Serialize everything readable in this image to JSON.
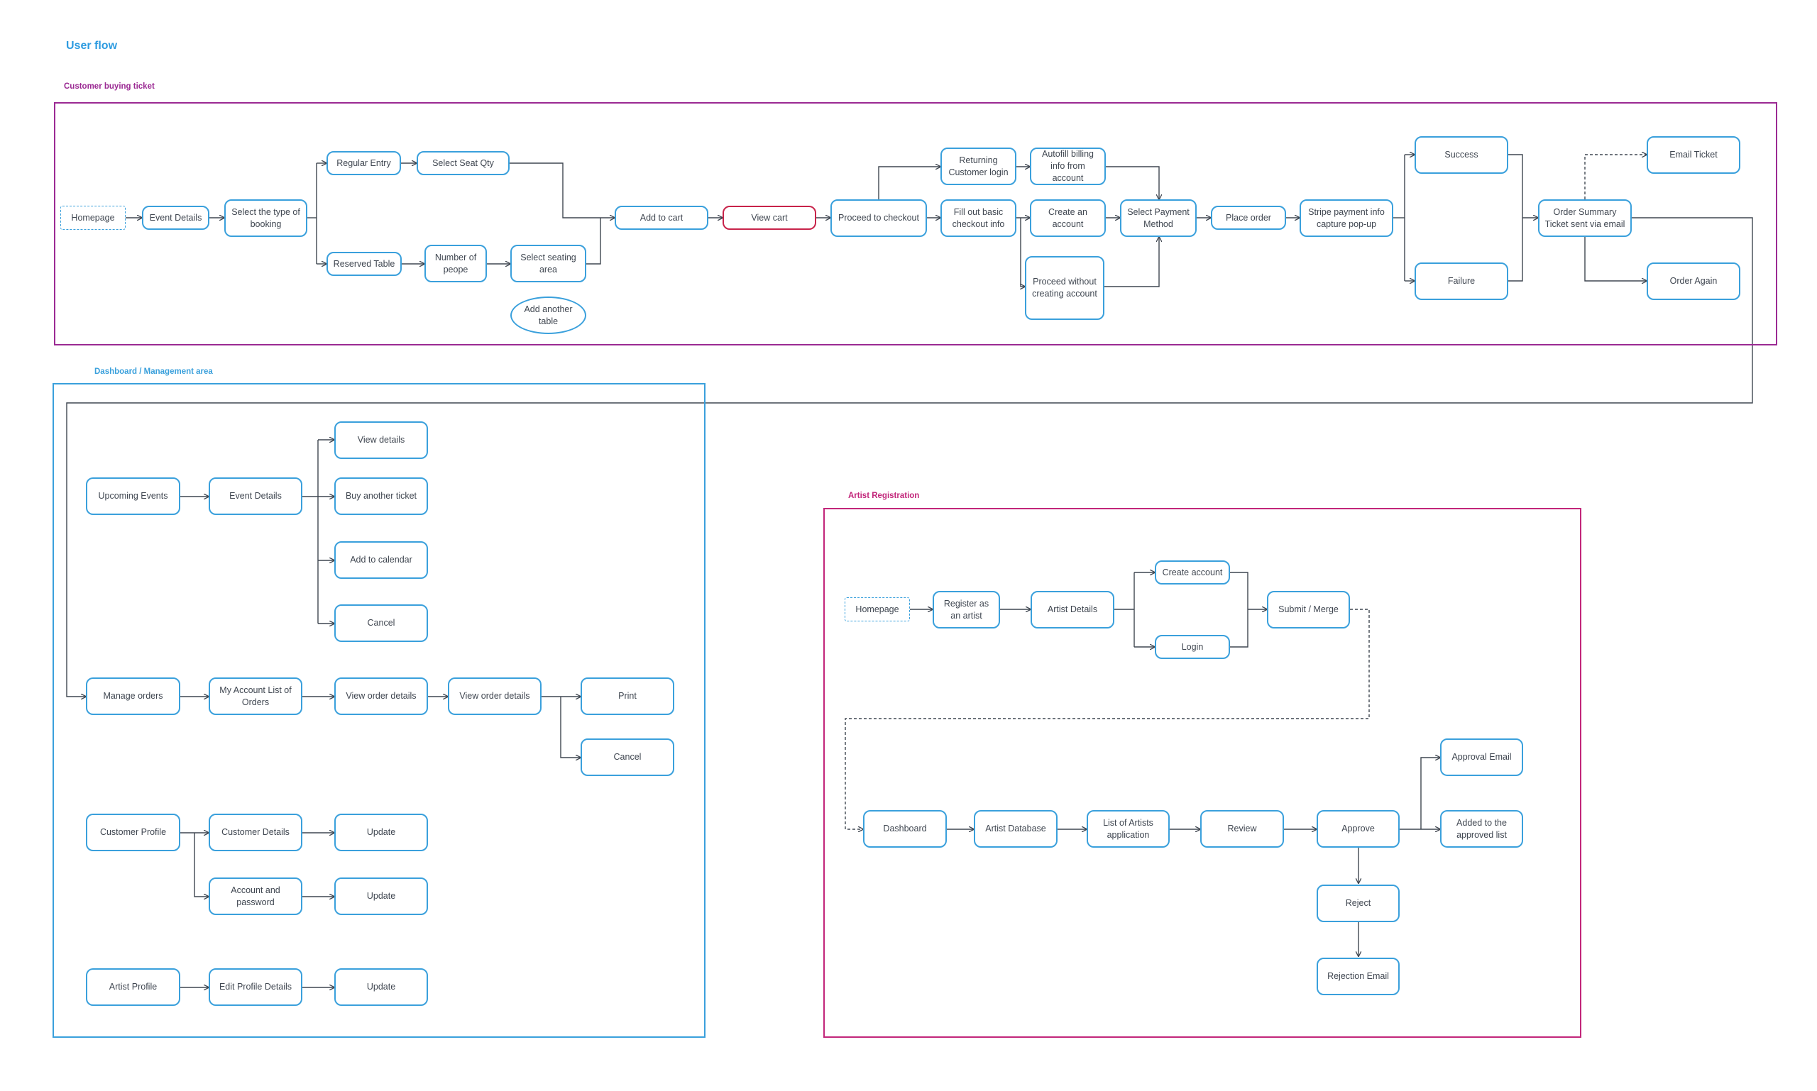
{
  "page_title": "User flow",
  "colors": {
    "title_blue": "#2d9be0",
    "customer_section": "#9b2a93",
    "dashboard_section": "#3aa0dc",
    "artist_section": "#c2267a",
    "node_border": "#3aa0dc",
    "highlight_border": "#c8234a",
    "connector": "#3f4650"
  },
  "sections": {
    "customer": {
      "title": "Customer buying ticket",
      "nodes": {
        "homepage": "Homepage",
        "event_details": "Event Details",
        "select_type": "Select the type of booking",
        "regular_entry": "Regular Entry",
        "select_seat_qty": "Select Seat Qty",
        "reserved_table": "Reserved Table",
        "number_of_people": "Number of peope",
        "select_seating_area": "Select seating area",
        "add_another_table": "Add another table",
        "add_to_cart": "Add to cart",
        "view_cart": "View cart",
        "proceed_checkout": "Proceed to checkout",
        "returning_login": "Returning Customer login",
        "autofill_billing": "Autofill billing info from account",
        "fill_basic": "Fill out basic checkout info",
        "create_account": "Create an account",
        "proceed_without": "Proceed without creating account",
        "select_payment": "Select Payment Method",
        "place_order": "Place order",
        "stripe_payment": "Stripe payment info capture pop-up",
        "success": "Success",
        "failure": "Failure",
        "order_summary": "Order Summary Ticket sent via email",
        "email_ticket": "Email Ticket",
        "order_again": "Order Again"
      }
    },
    "dashboard": {
      "title": "Dashboard / Management area",
      "nodes": {
        "upcoming_events": "Upcoming Events",
        "event_details": "Event Details",
        "view_details": "View details",
        "buy_another": "Buy another ticket",
        "add_calendar": "Add to calendar",
        "cancel_event": "Cancel",
        "manage_orders": "Manage orders",
        "my_account_orders": "My Account List of Orders",
        "view_order_details_1": "View order details",
        "view_order_details_2": "View order details",
        "print": "Print",
        "cancel_order": "Cancel",
        "customer_profile": "Customer Profile",
        "customer_details": "Customer Details",
        "update_1": "Update",
        "account_password": "Account and password",
        "update_2": "Update",
        "artist_profile": "Artist Profile",
        "edit_profile": "Edit Profile Details",
        "update_3": "Update"
      }
    },
    "artist": {
      "title": "Artist Registration",
      "nodes": {
        "homepage": "Homepage",
        "register_artist": "Register as an artist",
        "artist_details": "Artist Details",
        "create_account": "Create account",
        "login": "Login",
        "submit_merge": "Submit / Merge",
        "dashboard": "Dashboard",
        "artist_database": "Artist Database",
        "list_applications": "List of Artists application",
        "review": "Review",
        "approve": "Approve",
        "approval_email": "Approval Email",
        "added_approved": "Added to the approved list",
        "reject": "Reject",
        "rejection_email": "Rejection Email"
      }
    }
  }
}
